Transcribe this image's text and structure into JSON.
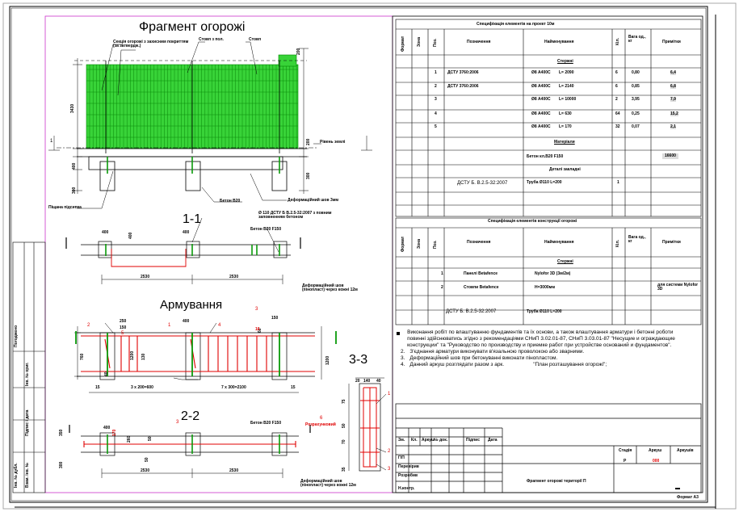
{
  "drawing": {
    "title_fence": "Фрагмент огорожі",
    "title_arm": "Армування",
    "sec_11": "1-1",
    "sec_22": "2-2",
    "sec_33": "3-3",
    "dims": {
      "d3430": "3430",
      "d200_top": "200",
      "d200_r": "200",
      "d300_r": "300",
      "d400": "400",
      "d300": "300",
      "d2530a": "2530",
      "d2530b": "2530",
      "d2530c": "2530",
      "d2530d": "2530",
      "d400_p1": "400",
      "d400_p2": "400",
      "d400_p3": "400",
      "d400_a": "400",
      "d250": "250",
      "d150": "150",
      "d150b": "150",
      "d1200": "1200",
      "d760": "760",
      "d1200b": "1200",
      "d3x200": "3 x 200=600",
      "d7x300": "7 x 300=2100",
      "d15": "15",
      "d15b": "15",
      "d130": "130",
      "d40": "40",
      "d60": "60",
      "d75": "75",
      "d70": "70",
      "d140": "140",
      "d20": "20",
      "d40b": "40",
      "d35": "35",
      "d50": "50",
      "d350": "350",
      "d170": "170",
      "d260": "260",
      "d50b": "50",
      "d400_22": "400",
      "d50c": "50",
      "d300_22": "300",
      "d16": "16"
    },
    "callouts": {
      "c1": "Секція огорожі з захисним покриттям (за затвердж.)",
      "c2": "Стовп з пол.",
      "c3": "Стовп",
      "c4": "Рівень землі",
      "c5": "Піщана підсипка",
      "c6": "Бетон В20",
      "c7": "Деформаційний шов 3мм",
      "c8": "Ø 110 ДСТУ Б В.2.5-32:2007 з повним заповненням бетоном",
      "c9": "Бетон В20 F150",
      "c10": "Деформаційний шов (пінопласт) через кожні 12м",
      "c11": "Бетон В20 F150",
      "c12": "Деформаційний шов (пінопласт) через кожні 12м",
      "c13": "Розрахунковий",
      "r1": "1",
      "r2": "2",
      "r3": "3",
      "r4": "4",
      "r5": "5",
      "r6": "6",
      "r3b": "3",
      "r1b": "1",
      "r2b": "2",
      "r3c": "3",
      "r1c": "1"
    }
  },
  "spec1": {
    "title": "Специфікація елементів на проект 10м",
    "headers": [
      "Формат",
      "Зона",
      "Поз.",
      "Позначення",
      "Найменування",
      "Кіл.",
      "Вага од., кг",
      "Примітки"
    ],
    "section_sub": "Стержні",
    "rows": [
      {
        "pos": "1",
        "ref": "ДСТУ 3760:2006",
        "name": "Ø8 А400С",
        "len": "L= 2090",
        "qty": "6",
        "mass": "0,80",
        "note": "6,4"
      },
      {
        "pos": "2",
        "ref": "ДСТУ 3760:2006",
        "name": "Ø8 А400С",
        "len": "L= 2140",
        "qty": "6",
        "mass": "0,85",
        "note": "6,8"
      },
      {
        "pos": "3",
        "ref": "",
        "name": "Ø8 А400С",
        "len": "L= 10000",
        "qty": "2",
        "mass": "3,95",
        "note": "7,9"
      },
      {
        "pos": "4",
        "ref": "",
        "name": "Ø8 А400С",
        "len": "L= 630",
        "qty": "64",
        "mass": "0,25",
        "note": "15,2"
      },
      {
        "pos": "5",
        "ref": "",
        "name": "Ø8 А400С",
        "len": "L= 170",
        "qty": "32",
        "mass": "0,07",
        "note": "2,1"
      }
    ],
    "mat_title": "Матеріали",
    "mat_row": {
      "name": "Бетон кл.В20 F150",
      "note": "16600"
    },
    "emb_title": "Деталі закладні",
    "emb_row": {
      "ref": "ДСТУ Б. В.2.5-32:2007",
      "name": "Труба Ø110 L=200",
      "qty": "1"
    }
  },
  "spec2": {
    "title": "Специфікація елементів конструкції огорожі",
    "headers": [
      "Формат",
      "Зона",
      "Поз.",
      "Позначення",
      "Найменування",
      "Кіл.",
      "Вага од., кг",
      "Примітки"
    ],
    "section_sub": "Стержні",
    "rows": [
      {
        "pos": "1",
        "ref": "Панелі Betafence",
        "name": "Nylofor 3D (3м/2м)",
        "note": ""
      },
      {
        "pos": "2",
        "ref": "Стовпи Betafence",
        "name": "H=3000мм",
        "note": "для системи Nylofor 3D"
      }
    ],
    "last": {
      "ref": "ДСТУ Б. В.2.5-32:2007",
      "name": "Труба Ø110 L=200"
    }
  },
  "notes": [
    "Виконання робіт по влаштуванню фундаментів та їх основи, а також влаштування арматури і бетонні роботи повинні здійснюватись згідно з рекомендаціями СНиП 3.02.01-87, СНиП 3.03.01-87 \"Несущие и ограждающие конструкции\" та \"Руководство по производству и приемке работ при устройстве оснований и фундаментов\".",
    "З'єднання арматури виконувати в'язальною проволокою або зварними.",
    "Деформаційний шов при бетонуванні виконати пінопластом.",
    "Данний аркуш розглядати разом з арк.                    \"План розташування огорожі\";"
  ],
  "titleblock": {
    "cols": [
      "Зм.",
      "Кл.",
      "Аркуш",
      "№ док.",
      "Підпис",
      "Дата"
    ],
    "roles": [
      "ГІП",
      "Перевірив",
      "Розробив",
      "",
      "Н.контр."
    ],
    "stage_hdr": "Стадія",
    "sheet_hdr": "Аркуш",
    "sheets_hdr": "Аркушів",
    "stage": "Р",
    "sheet_no": "000",
    "name": "Фрагмент огорожі території П",
    "format": "Формат А3"
  },
  "sidebar": {
    "a": "Погоджено",
    "b": "Інв. № ориг.",
    "c": "Підпис і дата",
    "d": "Взам. інв. №",
    "e": "Інв. № дубл."
  }
}
